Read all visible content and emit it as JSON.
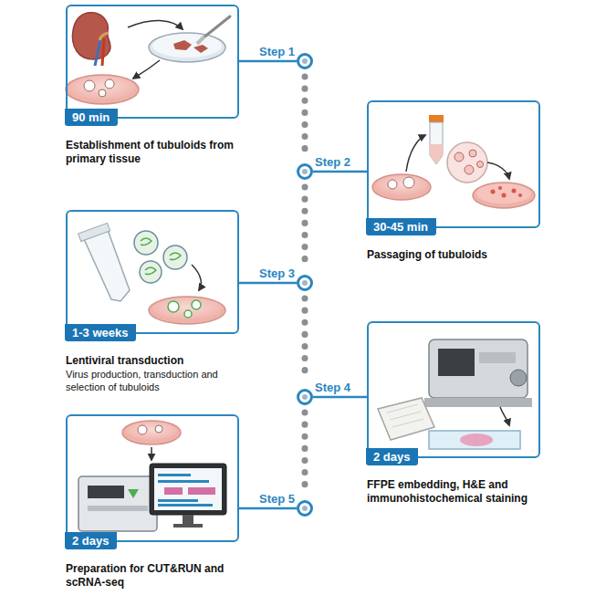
{
  "diagram": {
    "nodes": [
      {
        "text": [
          "Establishment of tubuloids from primary tissue"
        ]
      },
      {
        "text": [
          "90 min"
        ],
        "in": 0
      },
      {
        "text": [
          "Step 1"
        ]
      },
      {
        "text": [
          "Passaging of tubuloids"
        ]
      },
      {
        "text": [
          "30-45 min"
        ],
        "in": 3
      },
      {
        "text": [
          "Step 2"
        ]
      },
      {
        "text": [
          "Lentiviral transduction",
          "Virus production, transduction and selection of tubuloids"
        ]
      },
      {
        "text": [
          "1-3 weeks"
        ],
        "in": 6
      },
      {
        "text": [
          "Step 3"
        ]
      },
      {
        "text": [
          "FFPE embedding, H&E and immunohistochemical staining"
        ]
      },
      {
        "text": [
          "2 days"
        ],
        "in": 9
      },
      {
        "text": [
          "Step 4"
        ]
      },
      {
        "text": [
          "Preparation for CUT&RUN and scRNA-seq"
        ]
      },
      {
        "text": [
          "2 days"
        ],
        "in": 12
      },
      {
        "text": [
          "Step 5"
        ]
      }
    ],
    "edges": [
      {
        "from": 0,
        "to": 2,
        "arrow": "none"
      },
      {
        "from": 3,
        "to": 5,
        "arrow": "none"
      },
      {
        "from": 6,
        "to": 8,
        "arrow": "none"
      },
      {
        "from": 9,
        "to": 11,
        "arrow": "none"
      },
      {
        "from": 12,
        "to": 14,
        "arrow": "none"
      },
      {
        "from": 2,
        "to": 5,
        "arrow": "none"
      },
      {
        "from": 5,
        "to": 8,
        "arrow": "none"
      },
      {
        "from": 8,
        "to": 11,
        "arrow": "none"
      },
      {
        "from": 11,
        "to": 14,
        "arrow": "none"
      }
    ]
  }
}
